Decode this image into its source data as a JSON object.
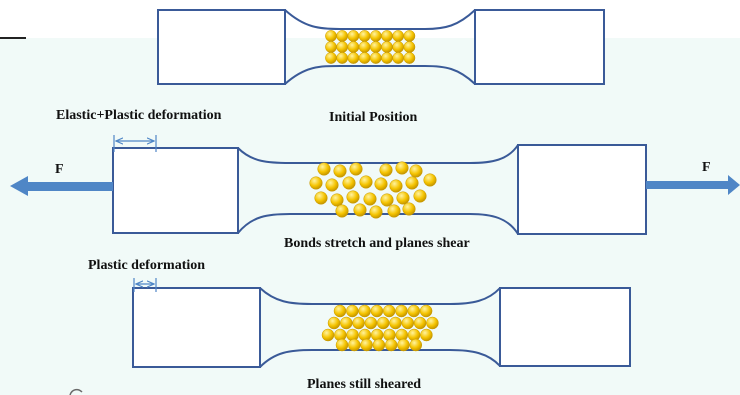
{
  "labels": {
    "elastic_plastic": "Elastic+Plastic deformation",
    "initial_position": "Initial Position",
    "bonds_stretch": "Bonds stretch and planes shear",
    "plastic_deformation": "Plastic deformation",
    "planes_sheared": "Planes still sheared",
    "force_left": "F",
    "force_right": "F"
  },
  "colors": {
    "outline": "#3a5a98",
    "arrow": "#4f86c6",
    "atom_light": "#fff3a0",
    "atom_mid": "#f5c400",
    "atom_dark": "#b98a00",
    "panel_bg": "#f1faf8"
  },
  "stages": [
    {
      "name": "initial",
      "atoms": "ordered grid, 3 rows x 8 columns"
    },
    {
      "name": "under-load",
      "atoms": "disordered, bonds stretched, planes shearing"
    },
    {
      "name": "unloaded",
      "atoms": "sheared planes, permanent offset"
    }
  ]
}
